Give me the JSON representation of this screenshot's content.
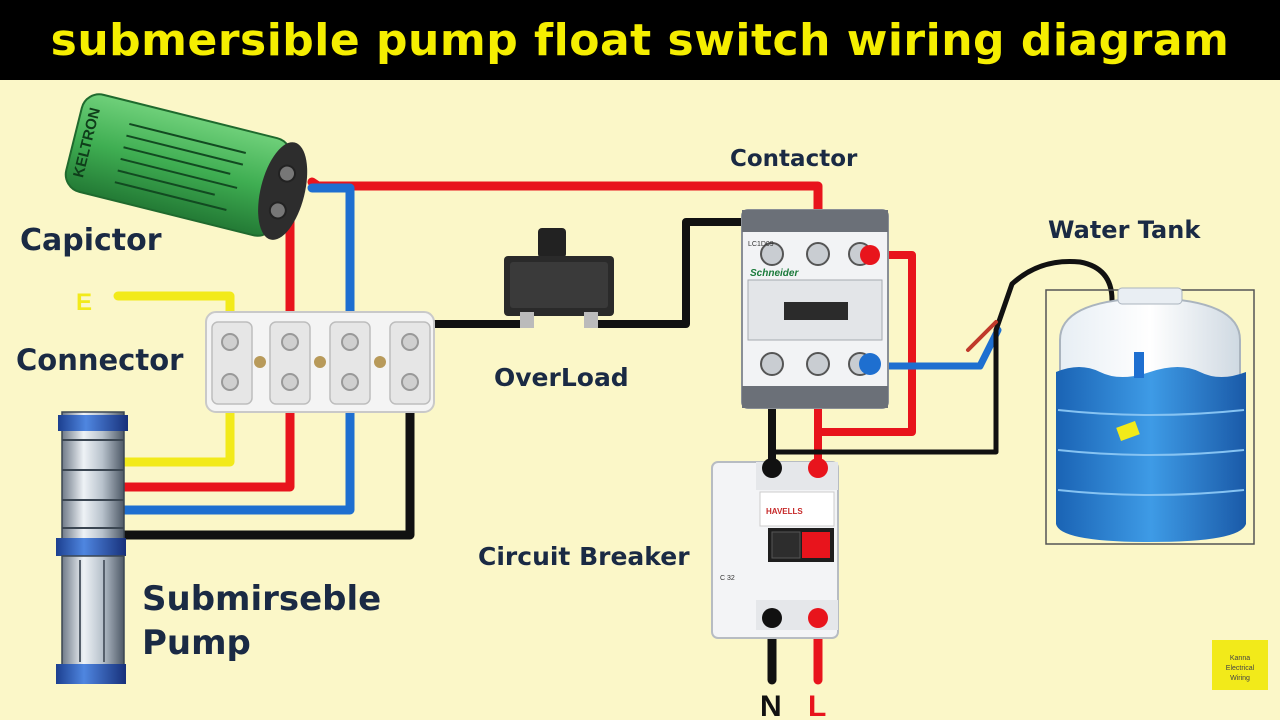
{
  "title": "submersible pump float switch wiring diagram",
  "labels": {
    "capacitor": "Capictor",
    "connector": "Connector",
    "earth": "E",
    "overload": "OverLoad",
    "contactor": "Contactor",
    "water_tank": "Water Tank",
    "circuit_breaker": "Circuit Breaker",
    "pump_line1": "Submirseble",
    "pump_line2": "Pump",
    "neutral": "N",
    "live": "L"
  },
  "device_text": {
    "capacitor_brand": "KELTRON",
    "contactor_brand": "Schneider",
    "contactor_model": "LC1D09",
    "breaker_brand": "HAVELLS",
    "breaker_rating": "C 32",
    "watermark_line1": "Kanna",
    "watermark_line2": "Electrical",
    "watermark_line3": "Wiring"
  },
  "colors": {
    "background": "#fbf7c8",
    "title_bar": "#000000",
    "title_text": "#f5ee00",
    "wire_red": "#e8141c",
    "wire_blue": "#1e6fd0",
    "wire_black": "#111111",
    "wire_yellow": "#f2ea1a",
    "capacitor_green": "#3fae52",
    "tank_water": "#2f86d6"
  }
}
